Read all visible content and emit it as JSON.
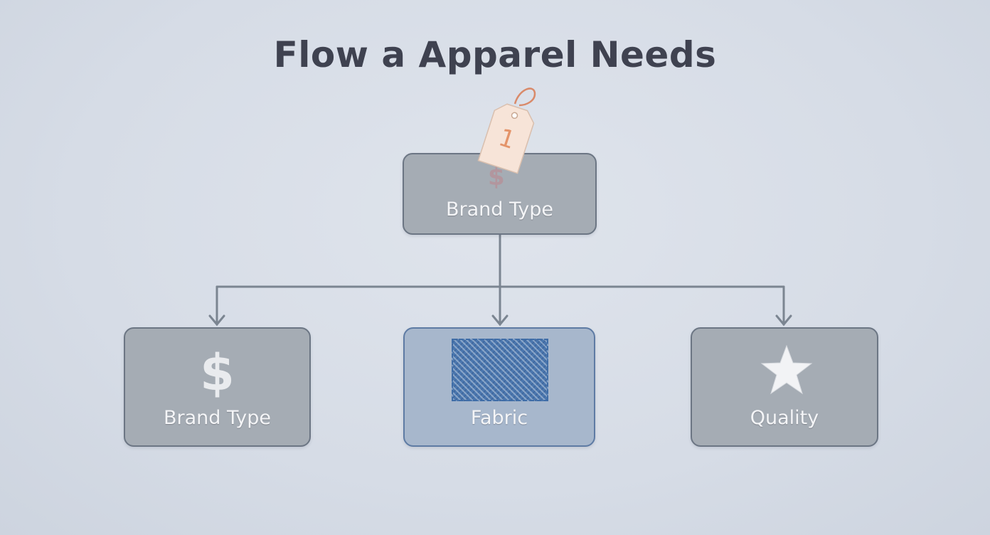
{
  "diagram": {
    "title": "Flow a Apparel Needs",
    "top_node": {
      "label": "Brand Type",
      "tag_text": "1",
      "icon": "dollar-icon",
      "tag_icon": "price-tag-icon"
    },
    "children": [
      {
        "label": "Brand Type",
        "icon": "dollar-icon",
        "icon_glyph": "$"
      },
      {
        "label": "Fabric",
        "icon": "fabric-swatch-icon"
      },
      {
        "label": "Quality",
        "icon": "star-icon"
      }
    ],
    "small_icon_glyph": "$",
    "colors": {
      "background": "#d6dce6",
      "node_fill": "#a5acb4",
      "node_border": "#6c7684",
      "highlight_fill": "#a7b7cc",
      "highlight_border": "#5e7ba4",
      "connector": "#7b8591",
      "title": "#3f4250",
      "tag": "#f7e4d8",
      "tag_string": "#d98a6a"
    }
  }
}
